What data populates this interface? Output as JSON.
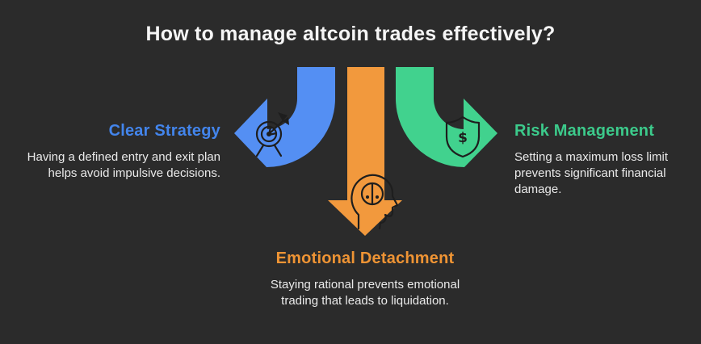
{
  "title": "How to manage altcoin trades effectively?",
  "colors": {
    "background": "#2b2b2b",
    "title_text": "#f5f5f5",
    "body_text": "#eaeaea",
    "blue_arrow": "#548ff3",
    "blue_heading": "#4385ec",
    "orange_arrow": "#f2993d",
    "orange_heading": "#ef9434",
    "green_arrow": "#41d28e",
    "green_heading": "#3cca8b",
    "icon_stroke": "#1e1e1e"
  },
  "sections": {
    "clear_strategy": {
      "heading": "Clear Strategy",
      "description": "Having a defined entry and exit plan helps avoid impulsive decisions.",
      "icon": "target-dart-icon",
      "arrow_direction": "curved-left"
    },
    "emotional_detachment": {
      "heading": "Emotional Detachment",
      "description": "Staying rational prevents emotional trading that leads to liquidation.",
      "icon": "head-brain-icon",
      "arrow_direction": "straight-down"
    },
    "risk_management": {
      "heading": "Risk Management",
      "description": "Setting a maximum loss limit prevents significant financial damage.",
      "icon": "shield-dollar-icon",
      "arrow_direction": "curved-right"
    }
  },
  "icons": {
    "dollar_symbol": "$"
  }
}
